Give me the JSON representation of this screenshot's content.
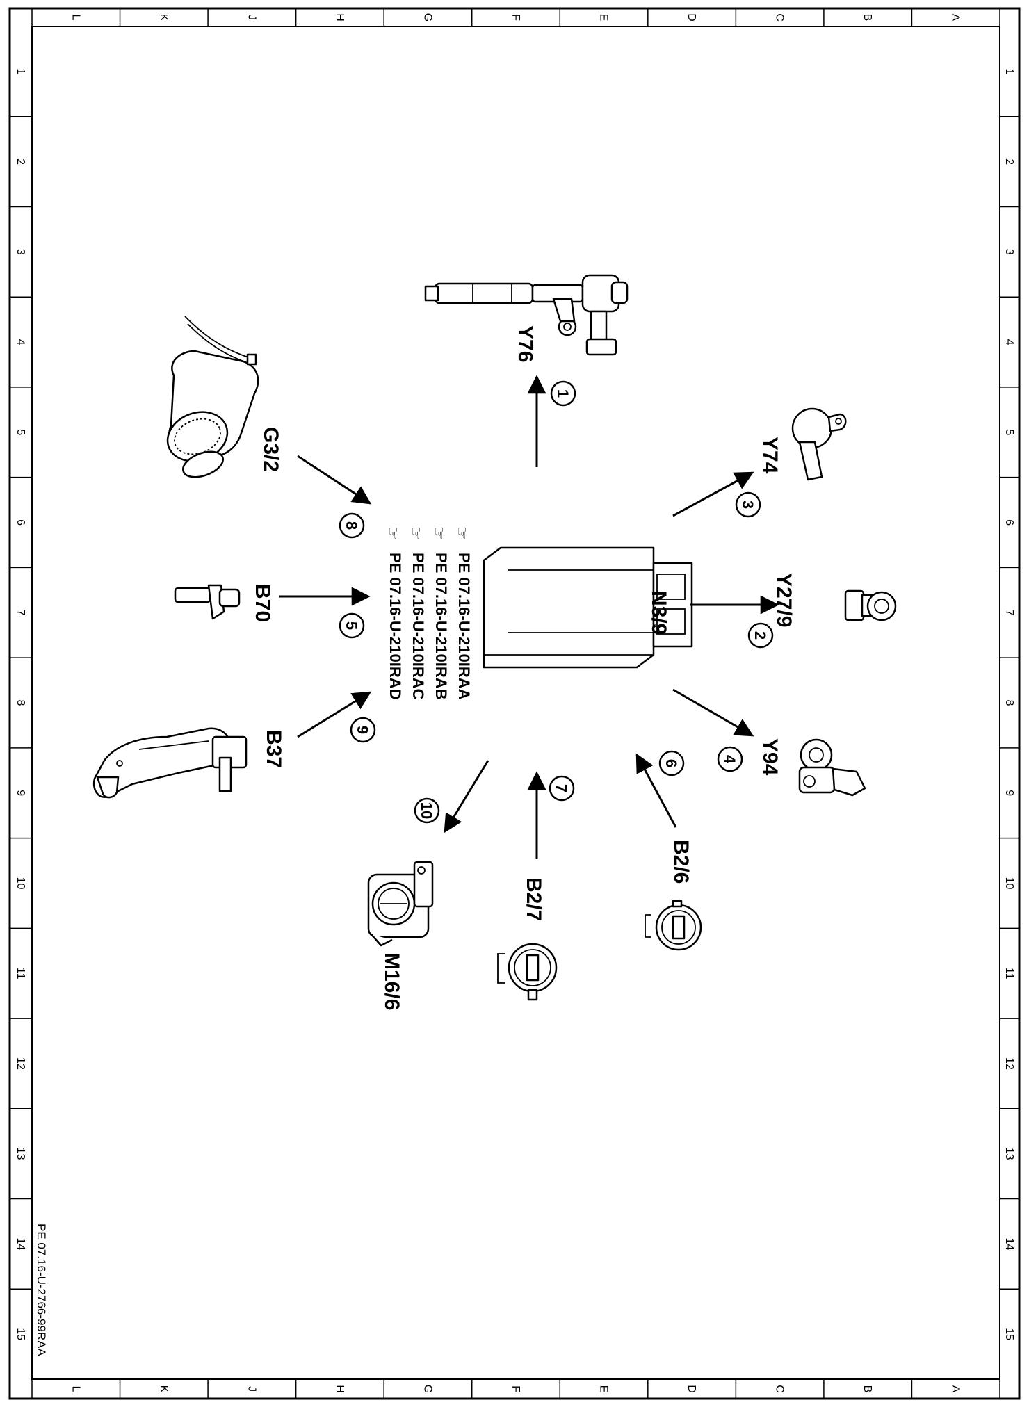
{
  "grid": {
    "columns": [
      "L",
      "K",
      "J",
      "H",
      "G",
      "F",
      "E",
      "D",
      "C",
      "B",
      "A"
    ],
    "rows": [
      "1",
      "2",
      "3",
      "4",
      "5",
      "6",
      "7",
      "8",
      "9",
      "10",
      "11",
      "12",
      "13",
      "14",
      "15"
    ]
  },
  "doc_code": "PE 07.16-U-2766-99RAA",
  "center": {
    "label": "N3/9",
    "refs": [
      "PE 07.16-U-210IRAA",
      "PE 07.16-U-210IRAB",
      "PE 07.16-U-210IRAC",
      "PE 07.16-U-210IRAD"
    ]
  },
  "components": [
    {
      "label": "Y76",
      "number": "1",
      "direction": "output"
    },
    {
      "label": "Y27/9",
      "number": "2",
      "direction": "output"
    },
    {
      "label": "Y74",
      "number": "3",
      "direction": "output"
    },
    {
      "label": "Y94",
      "number": "4",
      "direction": "output"
    },
    {
      "label": "B70",
      "number": "5",
      "direction": "input"
    },
    {
      "label": "B2/6",
      "number": "6",
      "direction": "input"
    },
    {
      "label": "B2/7",
      "number": "7",
      "direction": "input"
    },
    {
      "label": "G3/2",
      "number": "8",
      "direction": "input"
    },
    {
      "label": "B37",
      "number": "9",
      "direction": "input"
    },
    {
      "label": "M16/6",
      "number": "10",
      "direction": "output"
    }
  ]
}
